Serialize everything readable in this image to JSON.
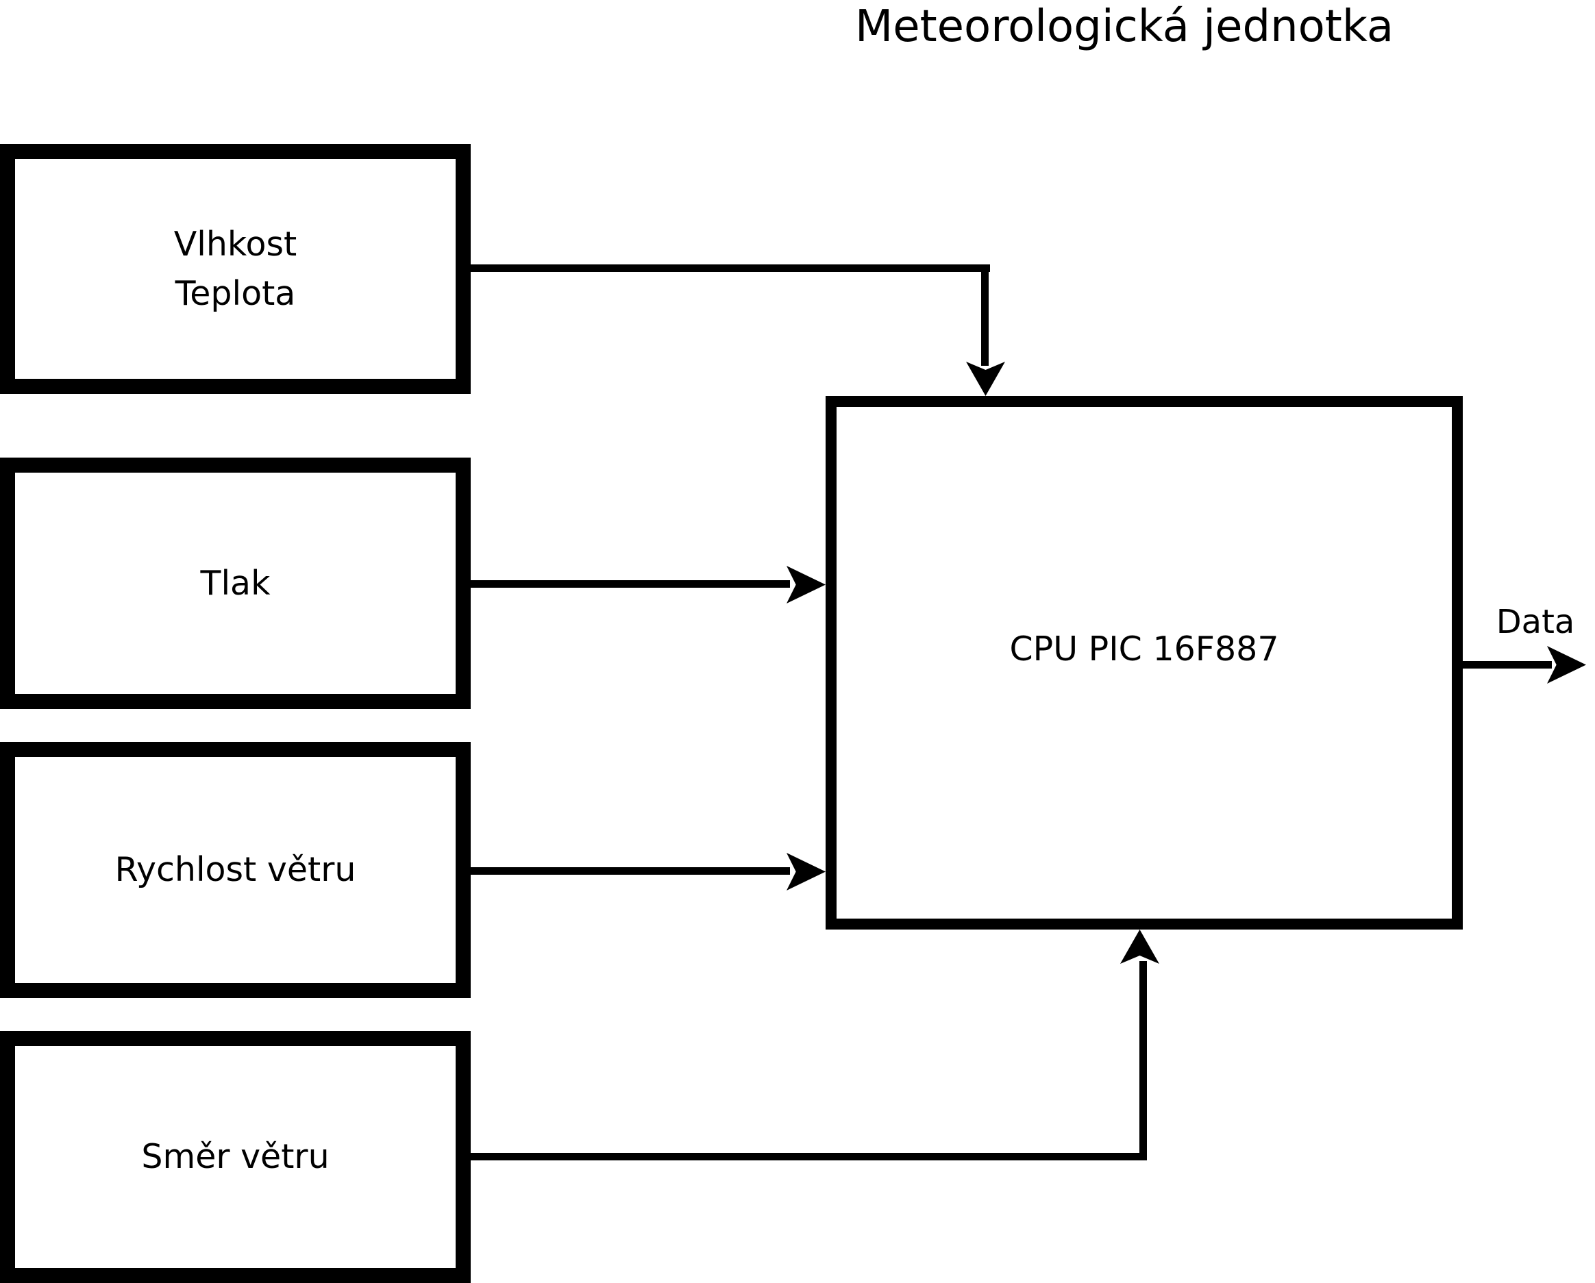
{
  "title": "Meteorologická jednotka",
  "colors": {
    "ink": "#000000",
    "background": "#ffffff"
  },
  "diagram": {
    "sensors": [
      {
        "id": "vlhkost-teplota",
        "lines": [
          "Vlhkost",
          "Teplota"
        ]
      },
      {
        "id": "tlak",
        "lines": [
          "Tlak"
        ]
      },
      {
        "id": "rychlost-vetru",
        "lines": [
          "Rychlost větru"
        ]
      },
      {
        "id": "smer-vetru",
        "lines": [
          "Směr větru"
        ]
      }
    ],
    "cpu": {
      "label": "CPU PIC 16F887"
    },
    "output": {
      "label": "Data"
    }
  }
}
